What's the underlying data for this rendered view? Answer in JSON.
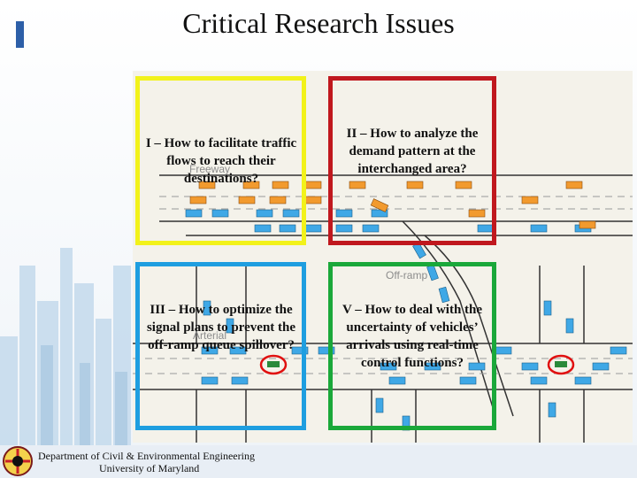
{
  "slide": {
    "title": "Critical Research Issues"
  },
  "issues": [
    {
      "text": "I – How to facilitate traffic flows to reach their destinations?",
      "border_color": "#f2f21a"
    },
    {
      "text": "II – How to analyze the demand pattern at the interchanged area?",
      "border_color": "#c0181e"
    },
    {
      "text": "III – How to optimize the signal plans to prevent the off-ramp queue spillover?",
      "border_color": "#1e9ee0"
    },
    {
      "text": "V – How to deal with the uncertainty of vehicles’ arrivals using real-time control functions?",
      "border_color": "#1aa83a"
    }
  ],
  "road_labels": {
    "freeway": "Freeway",
    "off_ramp": "Off-ramp",
    "arterial": "Arterial"
  },
  "footer": {
    "department": "Department of Civil & Environmental Engineering",
    "university": "University of Maryland"
  },
  "colors": {
    "title_accent": "#2d5fa8",
    "car_blue": "#3fa8e6",
    "car_orange": "#f29a2e",
    "highlight_red": "#e01010"
  }
}
